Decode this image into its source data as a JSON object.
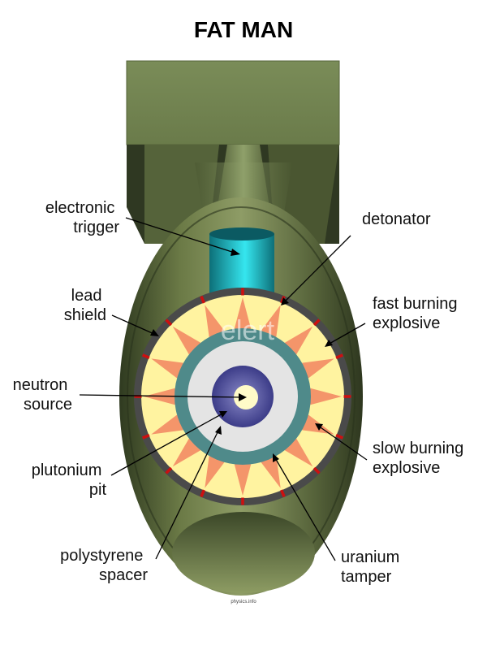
{
  "title": "FAT MAN",
  "watermark": "elert",
  "credit": "physics.info",
  "labels": {
    "electronic_trigger": [
      "electronic",
      "trigger"
    ],
    "detonator": [
      "detonator"
    ],
    "lead_shield": [
      "lead",
      "shield"
    ],
    "fast_burning_explosive": [
      "fast burning",
      "explosive"
    ],
    "neutron_source": [
      "neutron",
      "source"
    ],
    "slow_burning_explosive": [
      "slow burning",
      "explosive"
    ],
    "plutonium_pit": [
      "plutonium",
      "pit"
    ],
    "polystyrene_spacer": [
      "polystyrene",
      "spacer"
    ],
    "uranium_tamper": [
      "uranium",
      "tamper"
    ]
  },
  "colors": {
    "casing": "#7b8a55",
    "casing_dark": "#3f4a2c",
    "trigger": "#2fd8e0",
    "lead_shield": "#4a4a4a",
    "fast_explosive": "#fff3a0",
    "slow_explosive": "#f4956a",
    "detonator": "#cc1010",
    "uranium_tamper": "#4f8a8a",
    "polystyrene_spacer": "#e6e6e6",
    "plutonium_pit": "#5a5aa0",
    "neutron_source": "#fffbc8"
  },
  "lens_count": 16
}
